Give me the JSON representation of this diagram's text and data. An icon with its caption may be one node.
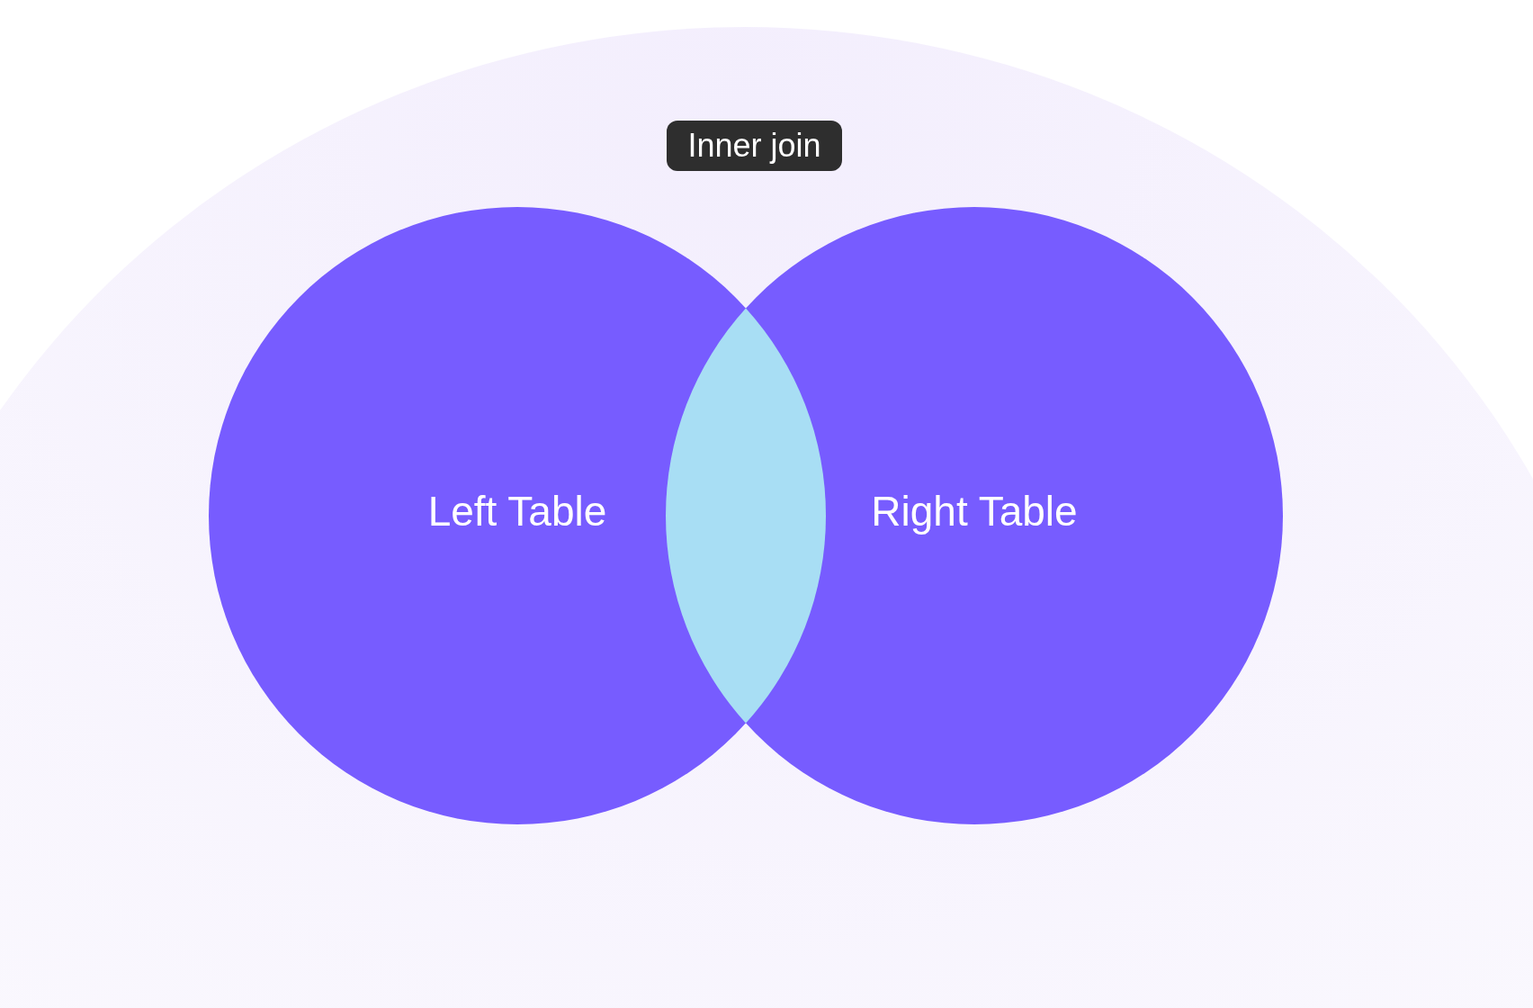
{
  "diagram": {
    "nodes": [
      {
        "text": [
          "Inner join"
        ]
      },
      {
        "text": [
          "Left Table"
        ]
      },
      {
        "text": [
          "Right Table"
        ]
      }
    ]
  }
}
